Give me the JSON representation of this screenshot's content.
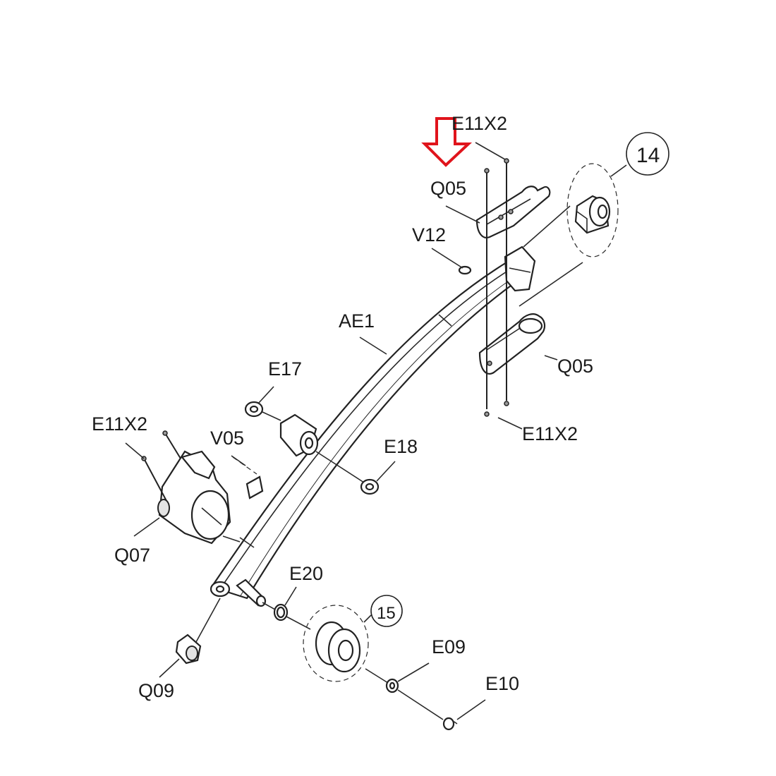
{
  "diagram": {
    "labels": {
      "e11x2_top": "E11X2",
      "q05_top": "Q05",
      "callout_14": "14",
      "v12": "V12",
      "ae1": "AE1",
      "q05_bottom": "Q05",
      "e17": "E17",
      "e11x2_right": "E11X2",
      "e11x2_left": "E11X2",
      "v05": "V05",
      "e18": "E18",
      "q07": "Q07",
      "e20": "E20",
      "callout_15": "15",
      "e09": "E09",
      "q09": "Q09",
      "e10": "E10"
    },
    "highlight_color": "#e0141c"
  }
}
